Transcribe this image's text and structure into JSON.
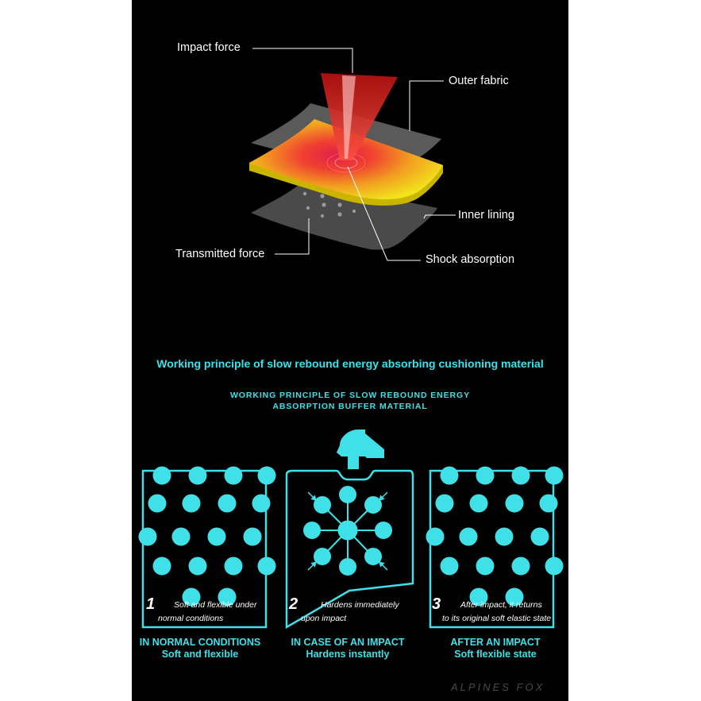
{
  "labels": {
    "impact_force": "Impact force",
    "outer_fabric": "Outer fabric",
    "inner_lining": "Inner lining",
    "transmitted_force": "Transmitted force",
    "shock_absorption": "Shock absorption"
  },
  "heading": "Working principle of slow rebound energy absorbing cushioning material",
  "subheading": {
    "line1": "WORKING PRINCIPLE OF SLOW REBOUND ENERGY",
    "line2": "ABSORPTION BUFFER MATERIAL"
  },
  "steps": [
    {
      "number": "1",
      "desc_line1": "Soft and flexible under",
      "desc_line2": "normal conditions",
      "caption_line1": "IN NORMAL CONDITIONS",
      "caption_line2": "Soft and flexible"
    },
    {
      "number": "2",
      "desc_line1": "Hardens immediately",
      "desc_line2": "upon impact",
      "caption_line1": "IN CASE OF AN IMPACT",
      "caption_line2": "Hardens instantly"
    },
    {
      "number": "3",
      "desc_line1": "After impact, it returns",
      "desc_line2": "to its original soft elastic state",
      "caption_line1": "AFTER AN IMPACT",
      "caption_line2": "Soft flexible state"
    }
  ],
  "brand": "ALPINES FOX",
  "colors": {
    "accent": "#3fe0e8",
    "background": "#000000",
    "foam": "#f2e21c",
    "impact": "#e02020"
  },
  "icons": [
    "hammer-icon"
  ]
}
